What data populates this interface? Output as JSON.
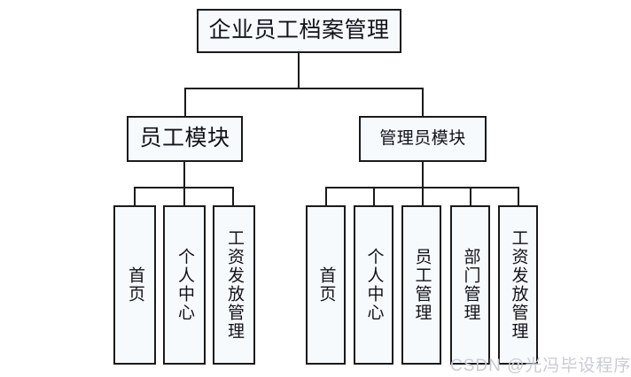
{
  "diagram": {
    "type": "org-chart",
    "title": "企业员工档案管理",
    "root": {
      "label": "企业员工档案管理"
    },
    "branches": [
      {
        "label": "员工模块",
        "children": [
          {
            "label": "首页"
          },
          {
            "label": "个人中心"
          },
          {
            "label": "工资发放管理"
          }
        ]
      },
      {
        "label": "管理员模块",
        "children": [
          {
            "label": "首页"
          },
          {
            "label": "个人中心"
          },
          {
            "label": "员工管理"
          },
          {
            "label": "部门管理"
          },
          {
            "label": "工资发放管理"
          }
        ]
      }
    ]
  },
  "watermark": {
    "text": "CSDN @光冯毕设程序"
  },
  "colors": {
    "background": "#ffffff",
    "node_fill": "#f7fafd",
    "node_border": "#1a1a1a",
    "text": "#12121a",
    "watermark": "#c9ccd4"
  }
}
